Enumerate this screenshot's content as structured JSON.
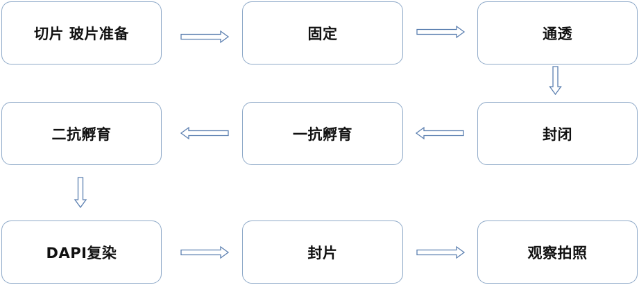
{
  "steps": [
    {
      "id": "s1",
      "label": "切片 玻片准备"
    },
    {
      "id": "s2",
      "label": "固定"
    },
    {
      "id": "s3",
      "label": "通透"
    },
    {
      "id": "s4",
      "label": "封闭"
    },
    {
      "id": "s5",
      "label": "一抗孵育"
    },
    {
      "id": "s6",
      "label": "二抗孵育"
    },
    {
      "id": "s7",
      "label": "DAPI复染"
    },
    {
      "id": "s8",
      "label": "封片"
    },
    {
      "id": "s9",
      "label": "观察拍照"
    }
  ],
  "colors": {
    "box_border": "#8ea9c8",
    "arrow": "#5b7fb0",
    "text": "#111111"
  }
}
